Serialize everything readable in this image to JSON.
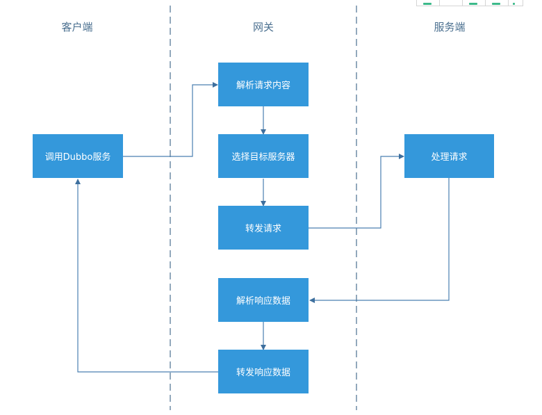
{
  "toolbar": {
    "buttons": [
      {
        "icon": "green-tool-icon",
        "has_glyph": true
      },
      {
        "icon": "blank-tool-icon",
        "has_glyph": false
      },
      {
        "icon": "green-tool-icon",
        "has_glyph": true
      },
      {
        "icon": "green-tool-icon",
        "has_glyph": true
      },
      {
        "icon": "green-tool-icon",
        "has_glyph": true
      }
    ]
  },
  "lanes": [
    {
      "id": "client",
      "title": "客户端"
    },
    {
      "id": "gateway",
      "title": "网关"
    },
    {
      "id": "server",
      "title": "服务端"
    }
  ],
  "nodes": {
    "call_dubbo": "调用Dubbo服务",
    "parse_request": "解析请求内容",
    "select_server": "选择目标服务器",
    "forward_request": "转发请求",
    "handle_request": "处理请求",
    "parse_response": "解析响应数据",
    "forward_response": "转发响应数据"
  },
  "edges": [
    {
      "from": "call_dubbo",
      "to": "parse_request"
    },
    {
      "from": "parse_request",
      "to": "select_server"
    },
    {
      "from": "select_server",
      "to": "forward_request"
    },
    {
      "from": "forward_request",
      "to": "handle_request"
    },
    {
      "from": "handle_request",
      "to": "parse_response"
    },
    {
      "from": "parse_response",
      "to": "forward_response"
    },
    {
      "from": "forward_response",
      "to": "call_dubbo"
    }
  ],
  "colors": {
    "box": "#3498db",
    "line": "#4a7fb0",
    "lane_divider": "#4a6f8f",
    "title": "#4a6f8f"
  }
}
